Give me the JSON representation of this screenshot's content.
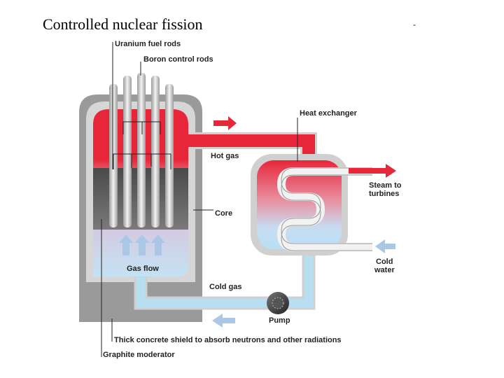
{
  "slide": {
    "title": "Controlled nuclear fission",
    "corner_mark": "-"
  },
  "labels": {
    "uranium_fuel_rods": "Uranium fuel rods",
    "boron_control_rods": "Boron control rods",
    "heat_exchanger": "Heat exchanger",
    "hot_gas": "Hot gas",
    "steam_to": "Steam to",
    "turbines": "turbines",
    "core": "Core",
    "gas_flow": "Gas flow",
    "cold": "Cold",
    "water": "water",
    "cold_gas": "Cold gas",
    "pump": "Pump",
    "concrete_shield": "Thick concrete shield to absorb neutrons and other radiations",
    "graphite_moderator": "Graphite moderator"
  },
  "colors": {
    "hot": "#e8263a",
    "cold": "#b8def2",
    "concrete": "#9a9a9a",
    "core": "#5e5e5e",
    "rod": "#c8c8c8"
  }
}
